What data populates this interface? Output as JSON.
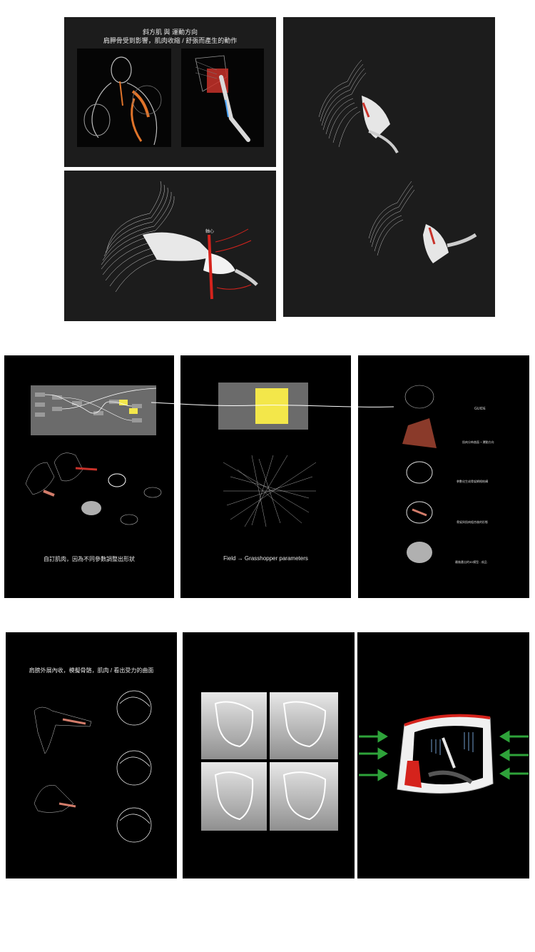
{
  "row1": {
    "anatomy_caption_line1": "斜方肌 與 運動方向",
    "anatomy_caption_line2": "肩胛骨受到影響，肌肉收縮 / 舒張而產生的動作",
    "axis_label": "軸心"
  },
  "row2": {
    "left_caption": "自訂肌肉，因為不同參數調整出形狀",
    "middle_caption": "Field → Grasshopper parameters",
    "right_labels": [
      "GUIDE",
      "肌肉分佈曲面 + 運動方向",
      "參數化生成骨架網格結構",
      "骨架與肌肉組合後的形態",
      "最後產出的3D模型 - 成品"
    ]
  },
  "row3": {
    "left_caption": "肩膀外展內收，模擬骨骼，肌肉 / 看出受力的曲面"
  },
  "colors": {
    "panel_dark": "#1c1c1c",
    "panel_black": "#000000",
    "muscle_red": "#c8322a",
    "arrow_green": "#2ea33a",
    "note_yellow": "#f3e74a"
  }
}
